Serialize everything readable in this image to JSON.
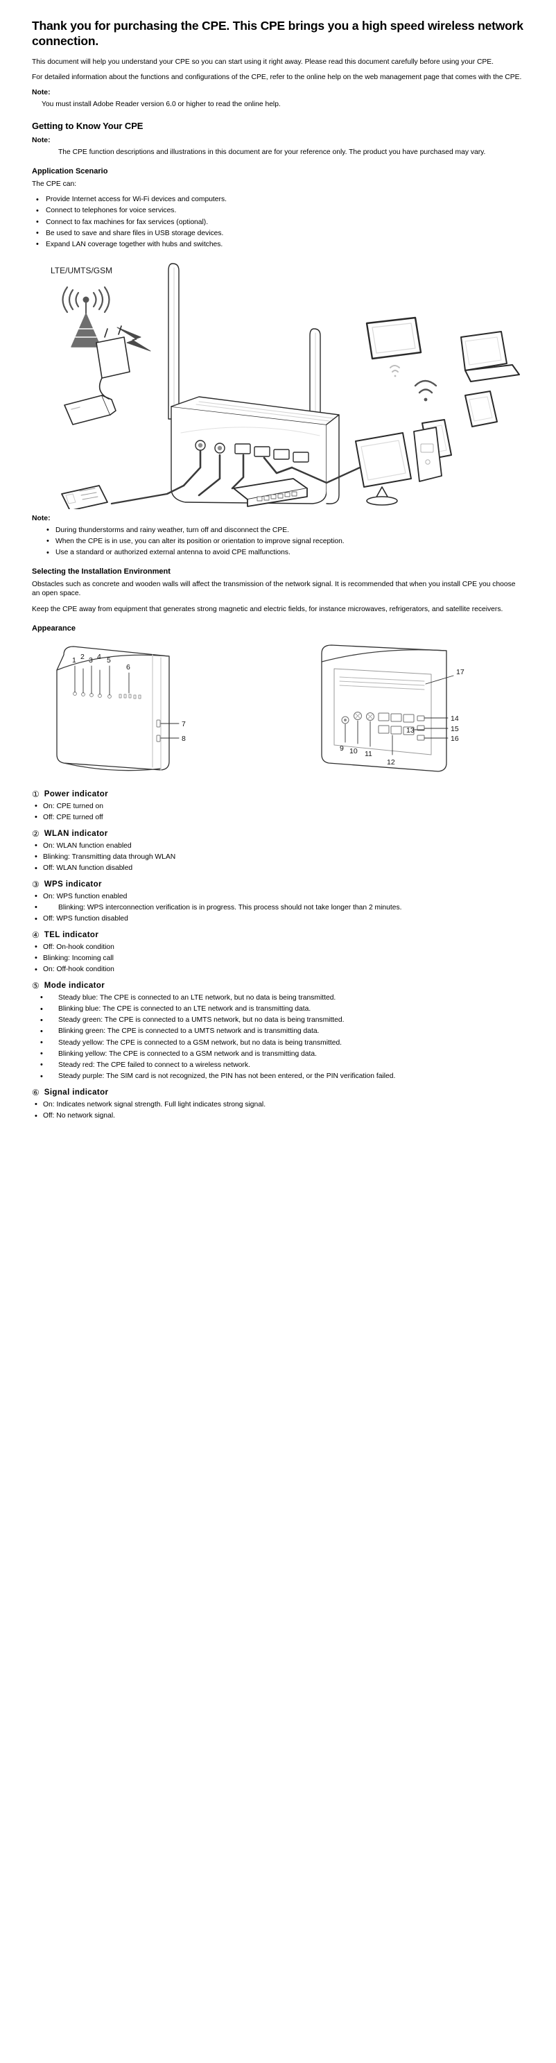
{
  "doc": {
    "title": "Thank you for purchasing the CPE. This CPE brings you a high speed wireless network connection.",
    "intro_p1": "This document will help you understand your CPE so you can start using it right away. Please read this document carefully before using your CPE.",
    "intro_p2": "For detailed information about the functions and configurations of the CPE, refer to the online help on the web management page that comes with the CPE.",
    "note_label": "Note:",
    "note_adobe": "You must install Adobe Reader version 6.0 or higher to read the online help."
  },
  "getting_to_know": {
    "heading": "Getting to Know Your CPE",
    "note_label": "Note:",
    "note_text": "The CPE function descriptions and illustrations in this document are for your reference only. The product you have purchased may vary."
  },
  "application_scenario": {
    "heading": "Application Scenario",
    "lead": "The CPE can:",
    "items": [
      "Provide Internet access for Wi-Fi devices and computers.",
      "Connect to telephones for voice services.",
      "Connect to fax machines for fax services (optional).",
      "Be used to save and share files in USB storage devices.",
      "Expand LAN coverage together with hubs and switches."
    ],
    "diagram_label": "LTE/UMTS/GSM"
  },
  "scenario_note": {
    "label": "Note:",
    "items": [
      "During thunderstorms and rainy weather, turn off and disconnect the CPE.",
      "When the CPE is in use, you can alter its position or orientation to improve signal reception.",
      "Use a standard or authorized external antenna to avoid CPE malfunctions."
    ]
  },
  "installation": {
    "heading": "Selecting the Installation Environment",
    "p1": "Obstacles such as concrete and wooden walls will affect the transmission of the network signal. It is recommended that when you install CPE you choose an open space.",
    "p2": "Keep the CPE away from equipment that generates strong magnetic and electric fields, for instance microwaves, refrigerators, and satellite receivers."
  },
  "appearance": {
    "heading": "Appearance",
    "front_callouts": [
      "1",
      "2",
      "3",
      "4",
      "5",
      "6",
      "7",
      "8"
    ],
    "back_callouts": [
      "9",
      "10",
      "11",
      "12",
      "13",
      "14",
      "15",
      "16",
      "17"
    ]
  },
  "indicators": [
    {
      "num": "①",
      "name": "Power indicator",
      "states": [
        "On: CPE turned on",
        "Off: CPE turned off"
      ]
    },
    {
      "num": "②",
      "name": "WLAN indicator",
      "states": [
        "On: WLAN function enabled",
        "Blinking: Transmitting data through WLAN",
        "Off: WLAN function disabled"
      ]
    },
    {
      "num": "③",
      "name": "WPS  indicator",
      "states": [
        "On: WPS function enabled",
        "Blinking: WPS interconnection verification is in progress. This process should not take longer than 2 minutes.",
        "Off: WPS function disabled"
      ]
    },
    {
      "num": "④",
      "name": "TEL  indicator",
      "states": [
        "Off: On-hook condition",
        "Blinking: Incoming call",
        "On: Off-hook condition"
      ]
    },
    {
      "num": "⑤",
      "name": "Mode  indicator",
      "states": [
        "Steady blue: The CPE is connected to an LTE network, but no data is being transmitted.",
        "Blinking blue: The CPE is connected to an LTE network and is transmitting data.",
        "Steady green: The CPE is connected to a UMTS network, but no data is being transmitted.",
        "Blinking green: The CPE is connected to a UMTS network and is transmitting data.",
        "Steady yellow: The CPE is connected to a GSM network, but no data is being transmitted.",
        "Blinking yellow: The CPE is connected to a GSM network and is transmitting data.",
        "Steady red: The CPE failed to connect to a wireless network.",
        "Steady purple: The SIM card is not recognized, the PIN has not been entered, or the PIN verification failed."
      ]
    },
    {
      "num": "⑥",
      "name": "Signal  indicator",
      "states": [
        "On: Indicates network signal strength. Full light indicates strong signal.",
        "Off: No network signal."
      ]
    }
  ]
}
